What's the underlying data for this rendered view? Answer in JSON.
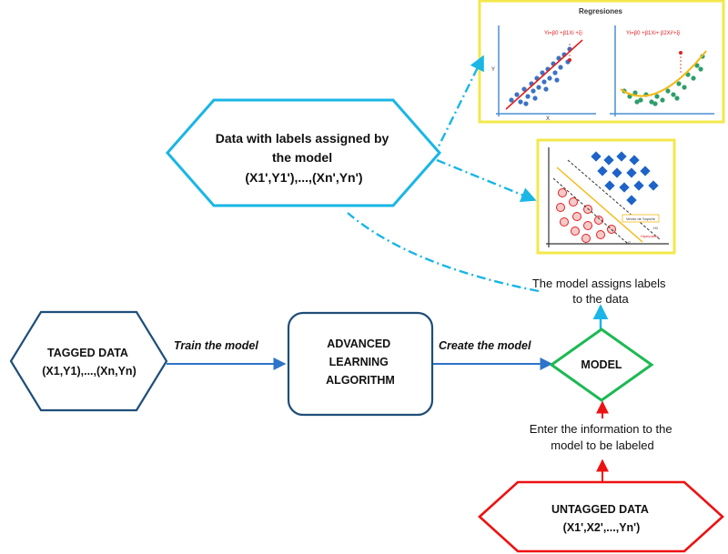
{
  "nodes": {
    "tagged": {
      "lines": [
        "TAGGED DATA",
        "(X1,Y1),...,(Xn,Yn)"
      ]
    },
    "algorithm": {
      "lines": [
        "ADVANCED",
        "LEARNING",
        "ALGORITHM"
      ]
    },
    "model": {
      "label": "MODEL"
    },
    "untagged": {
      "lines": [
        "UNTAGGED DATA",
        "(X1',X2',...,Yn')"
      ]
    },
    "labeled": {
      "lines": [
        "Data with labels assigned by",
        "the model",
        "(X1',Y1'),...,(Xn',Yn')"
      ]
    }
  },
  "edges": {
    "train": "Train the model",
    "create": "Create the model"
  },
  "annotations": {
    "assigns": [
      "The model assigns labels",
      "to the data"
    ],
    "enter": [
      "Enter the information to the",
      "model to be labeled"
    ]
  },
  "thumbnails": {
    "regression": {
      "title": "Regresiones",
      "formula_left": "Yi=β0 +β1Xi +ξi",
      "formula_right": "Yi=β0 +β1Xi+ β2Xi²+ξi",
      "axis_x": "X",
      "axis_y": "Y"
    },
    "svm": {
      "label_support": "Vector de Soporte",
      "label_hyperplane": "Hiperplano",
      "label_h1": "H1",
      "label_h2": "H2"
    }
  },
  "colors": {
    "blue_border": "#1f4e79",
    "cyan_border": "#19b6e6",
    "green_border": "#1db954",
    "red_border": "#ee1111",
    "arrow_blue": "#2e74c9",
    "arrow_cyan": "#19b6e6",
    "arrow_red": "#ee1111",
    "thumb_border": "#f3e84a"
  }
}
